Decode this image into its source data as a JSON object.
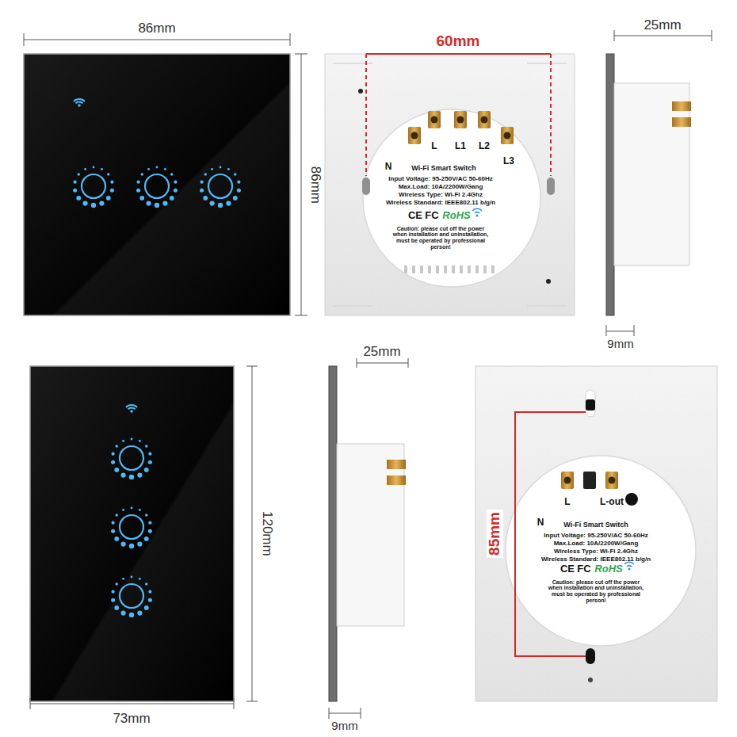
{
  "diagram": {
    "labels": [
      "86mm",
      "60mm",
      "25mm",
      "86mm",
      "9mm",
      "L",
      "L1",
      "L2",
      "L3",
      "N",
      "Wi-Fi Smart Switch",
      "Input Voltage: 95-250V/AC 50-60Hz",
      "Max.Load: 10A/2200W/Gang",
      "Wireless Type: Wi-Fi 2.4Ghz",
      "Wireless Standard: IEEE802.11 b/g/n",
      "CE",
      "FC",
      "RoHS",
      "Caution: please cut off the power when installation and uninstallation, must be operated by professional person!",
      "120mm",
      "25mm",
      "85mm",
      "73mm",
      "9mm",
      "L",
      "L-out",
      "N",
      "Wi-Fi Smart Switch",
      "Input Voltage: 95-250V/AC 50-60Hz",
      "Max.Load: 10A/2200W/Gang",
      "Wireless Type: Wi-Fi 2.4Ghz",
      "Wireless Standard: IEEE802.11 b/g/n",
      "CE",
      "FC",
      "RoHS",
      "Caution: please cut off the power when installation and uninstallation, must be operated by professional person!"
    ]
  }
}
